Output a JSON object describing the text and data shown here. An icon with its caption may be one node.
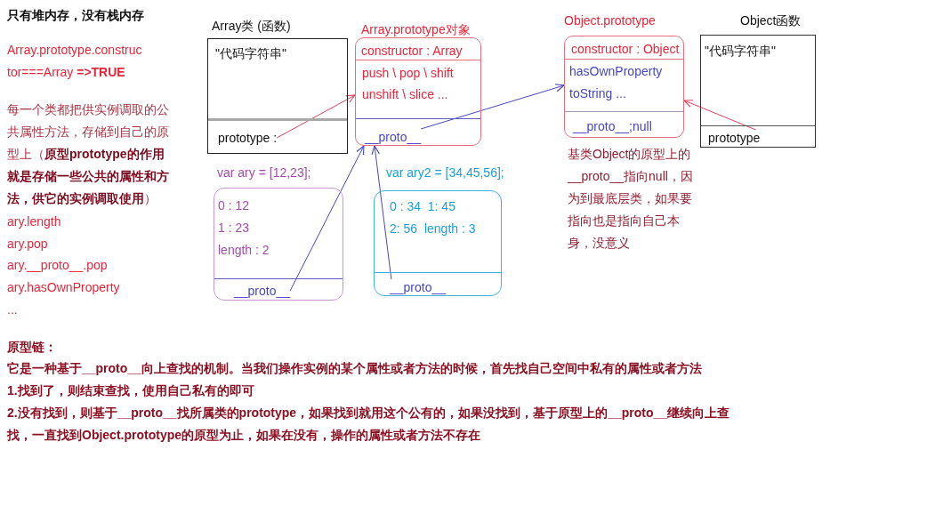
{
  "diagram": {
    "title": "只有堆内存，没有栈内存",
    "nodes": [
      {
        "text": [
          "Array类 (函数)",
          "\"代码字符串\""
        ]
      },
      {
        "text": [
          "prototype :"
        ],
        "in": 0
      },
      {
        "text": [
          "Array.prototype对象",
          "constructor : Array",
          "push \\ pop \\ shift",
          "unshift \\ slice ..."
        ]
      },
      {
        "text": [
          "__proto__"
        ],
        "in": 2
      },
      {
        "text": [
          "var ary = [12,23];",
          "0 : 12",
          "1 : 23",
          "length : 2"
        ]
      },
      {
        "text": [
          "__proto__"
        ],
        "in": 4
      },
      {
        "text": [
          "var ary2 = [34,45,56];",
          "0 : 34  1: 45",
          "2: 56  length : 3"
        ]
      },
      {
        "text": [
          "__proto__"
        ],
        "in": 6
      },
      {
        "text": [
          "Object.prototype",
          "constructor : Object",
          "hasOwnProperty",
          "toString ..."
        ]
      },
      {
        "text": [
          "__proto__;null"
        ],
        "in": 8
      },
      {
        "text": [
          "Object函数",
          "\"代码字符串\""
        ]
      },
      {
        "text": [
          "prototype"
        ],
        "in": 10
      }
    ],
    "edges": [
      {
        "from": 1,
        "to": 2,
        "arrow": "to",
        "color": "#e2405c"
      },
      {
        "from": 3,
        "to": 8,
        "arrow": "to"
      },
      {
        "from": 5,
        "to": 2,
        "arrow": "to"
      },
      {
        "from": 7,
        "to": 2,
        "arrow": "to"
      },
      {
        "from": 11,
        "to": 8,
        "arrow": "to",
        "color": "#e2405c"
      }
    ],
    "labels": [
      "Array.prototype.constructor===Array **=>TRUE**",
      "每一个类都把供实例调取的公共属性方法，存储到自己的原型上（**原型prototype的作用就是存储一些公共的属性和方法，供它的实例调取使用**）",
      "ary.length",
      "ary.pop",
      "ary.__proto__.pop",
      "ary.hasOwnProperty",
      "...",
      "基类Object的原型上的__proto__指向null，因为到最底层类，如果要指向也是指向自己本身，没意义",
      "原型链：",
      "它是一种基于__proto__向上查找的机制。当我们操作实例的某个属性或者方法的时候，首先找自己空间中私有的属性或者方法",
      "1.找到了，则结束查找，使用自己私有的即可",
      "2.没有找到，则基于__proto__找所属类的prototype，如果找到就用这个公有的，如果没找到，基于原型上的__proto__继续向上查找，一直找到Object.prototype的原型为止，如果在没有，操作的属性或者方法不存在"
    ]
  }
}
